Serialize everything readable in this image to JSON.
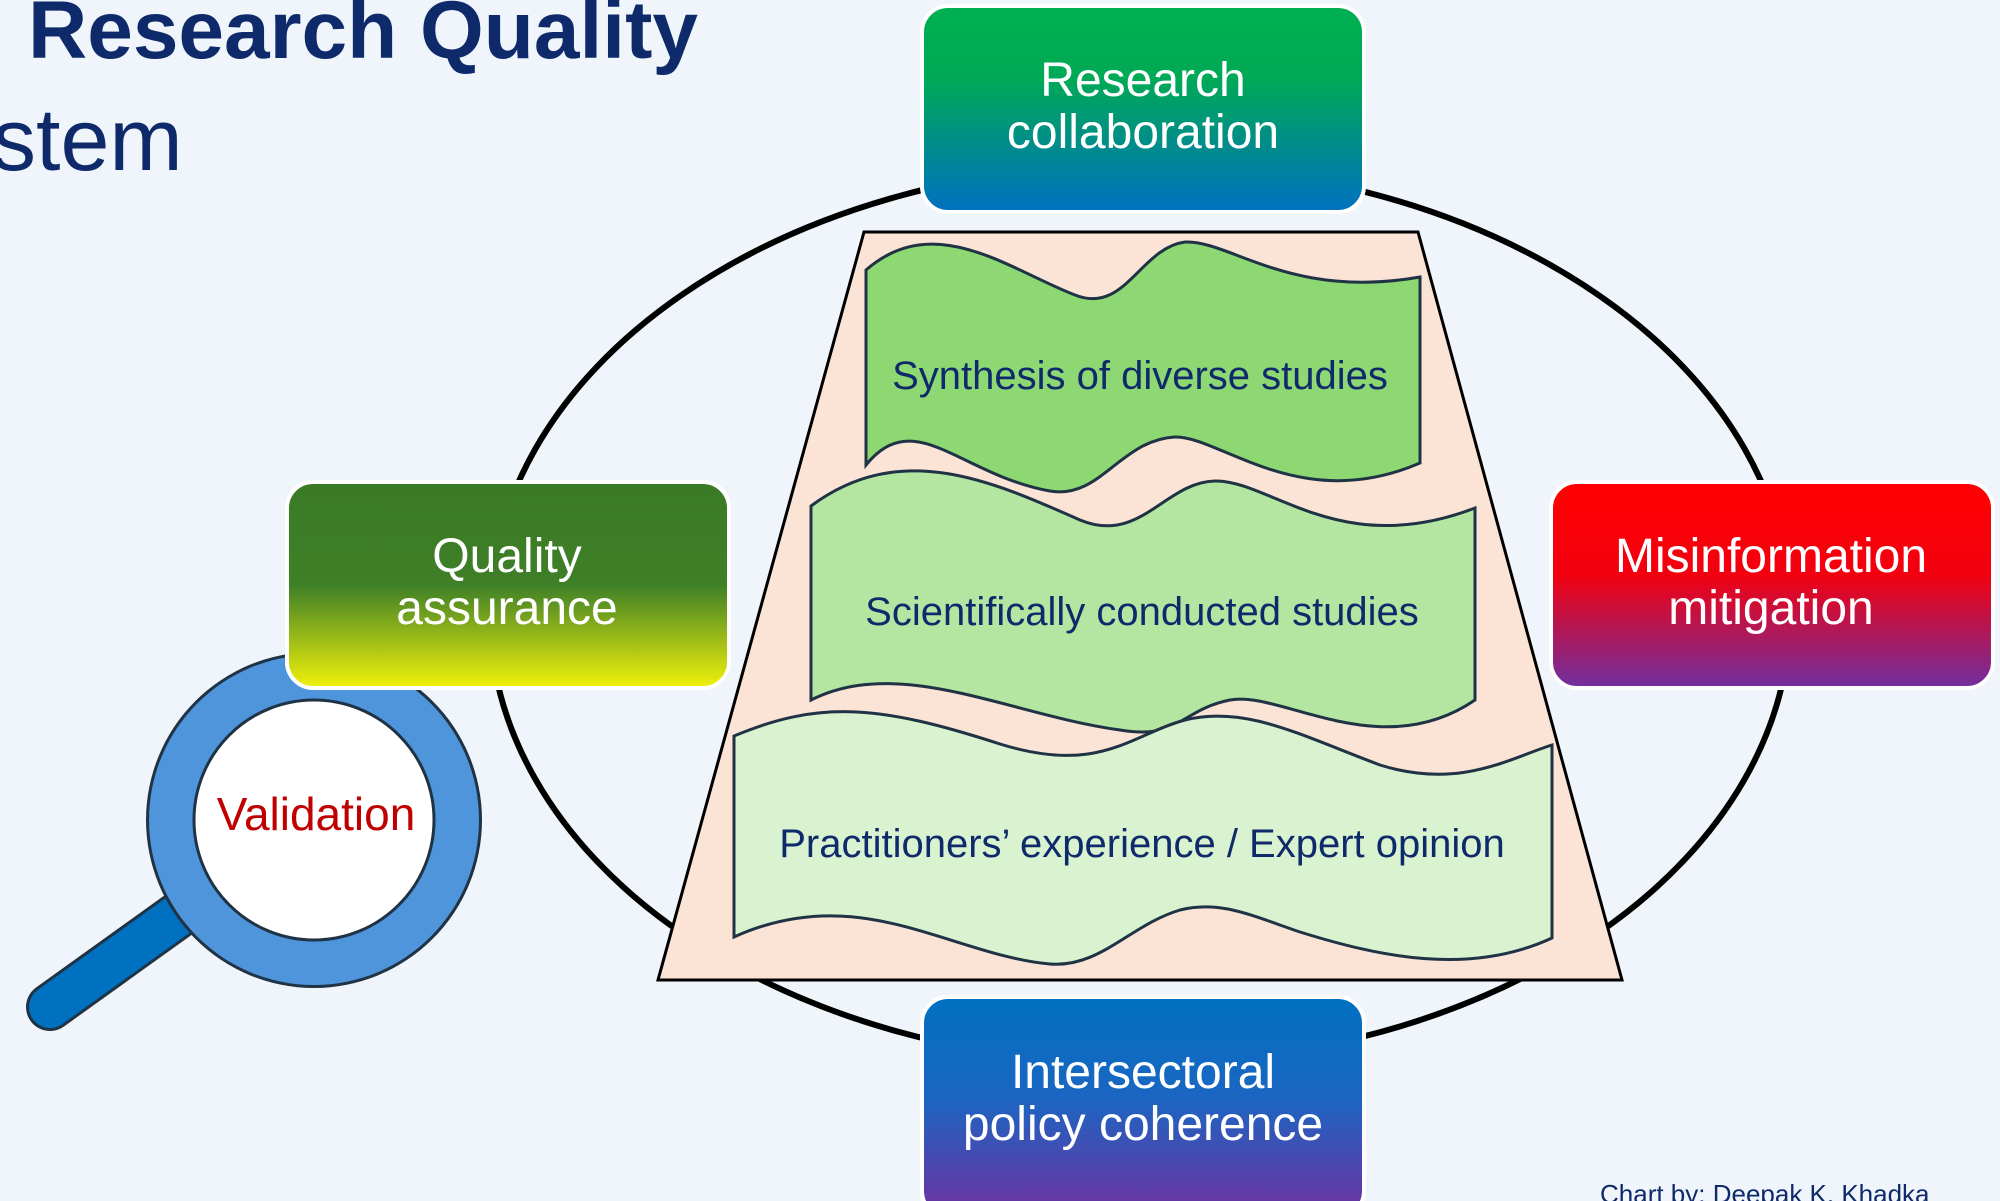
{
  "title": {
    "line1": "Research Quality",
    "line2": "stem"
  },
  "boxes": {
    "top": {
      "line1": "Research",
      "line2": "collaboration"
    },
    "left": {
      "line1": "Quality",
      "line2": "assurance"
    },
    "right": {
      "line1": "Misinformation",
      "line2": "mitigation"
    },
    "bottom": {
      "line1": "Intersectoral",
      "line2": "policy coherence"
    }
  },
  "pyramid": {
    "levels": [
      "Synthesis of diverse studies",
      "Scientifically conducted studies",
      "Practitioners’ experience / Expert opinion"
    ]
  },
  "magnifier": {
    "label": "Validation"
  },
  "credit": "Chart by: Deepak K. Khadka",
  "colors": {
    "background": "#eff5fa",
    "title": "#0f2a6b",
    "pyramid_fill": "#fbe3d6",
    "level1": "#8dd873",
    "level2": "#b4e6a2",
    "level3": "#d9f2cf",
    "validation_text": "#c00000",
    "lens_ring": "#4f95dc"
  }
}
